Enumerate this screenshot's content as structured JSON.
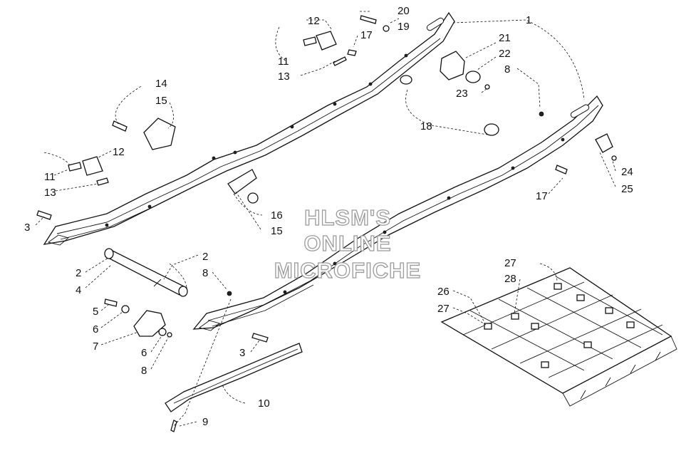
{
  "watermark": {
    "line1": "HLSM'S",
    "line2": "ONLINE",
    "line3": "MICROFICHE"
  },
  "callouts": [
    {
      "key": "c1",
      "text": "1"
    },
    {
      "key": "c2a",
      "text": "2"
    },
    {
      "key": "c2b",
      "text": "2"
    },
    {
      "key": "c3a",
      "text": "3"
    },
    {
      "key": "c3b",
      "text": "3"
    },
    {
      "key": "c4",
      "text": "4"
    },
    {
      "key": "c5",
      "text": "5"
    },
    {
      "key": "c6a",
      "text": "6"
    },
    {
      "key": "c6b",
      "text": "6"
    },
    {
      "key": "c7",
      "text": "7"
    },
    {
      "key": "c8a",
      "text": "8"
    },
    {
      "key": "c8b",
      "text": "8"
    },
    {
      "key": "c8c",
      "text": "8"
    },
    {
      "key": "c9",
      "text": "9"
    },
    {
      "key": "c10",
      "text": "10"
    },
    {
      "key": "c11a",
      "text": "11"
    },
    {
      "key": "c11b",
      "text": "11"
    },
    {
      "key": "c12a",
      "text": "12"
    },
    {
      "key": "c12b",
      "text": "12"
    },
    {
      "key": "c13a",
      "text": "13"
    },
    {
      "key": "c13b",
      "text": "13"
    },
    {
      "key": "c14",
      "text": "14"
    },
    {
      "key": "c15a",
      "text": "15"
    },
    {
      "key": "c15b",
      "text": "15"
    },
    {
      "key": "c16",
      "text": "16"
    },
    {
      "key": "c17a",
      "text": "17"
    },
    {
      "key": "c17b",
      "text": "17"
    },
    {
      "key": "c18",
      "text": "18"
    },
    {
      "key": "c19",
      "text": "19"
    },
    {
      "key": "c20",
      "text": "20"
    },
    {
      "key": "c21",
      "text": "21"
    },
    {
      "key": "c22",
      "text": "22"
    },
    {
      "key": "c23",
      "text": "23"
    },
    {
      "key": "c24",
      "text": "24"
    },
    {
      "key": "c25",
      "text": "25"
    },
    {
      "key": "c26",
      "text": "26"
    },
    {
      "key": "c27a",
      "text": "27"
    },
    {
      "key": "c27b",
      "text": "27"
    },
    {
      "key": "c28",
      "text": "28"
    }
  ]
}
